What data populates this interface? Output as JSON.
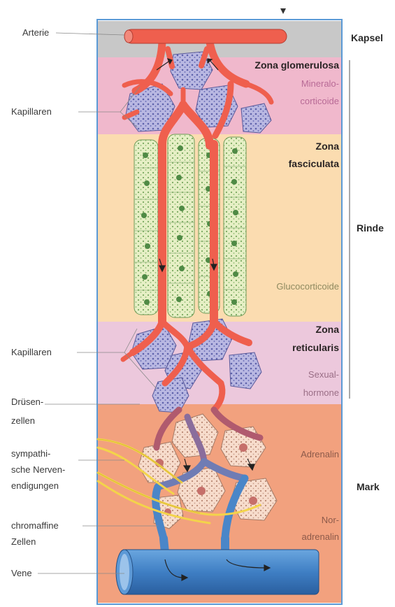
{
  "labels": {
    "arterie": "Arterie",
    "kapillaren_1": "Kapillaren",
    "kapillaren_2": "Kapillaren",
    "druesen_1": "Drüsen-",
    "druesen_2": "zellen",
    "sympathische_1": "sympathi-",
    "sympathische_2": "sche Nerven-",
    "sympathische_3": "endigungen",
    "chromaffine_1": "chromaffine",
    "chromaffine_2": "Zellen",
    "vene": "Vene"
  },
  "zones": {
    "glomerulosa_title": "Zona glomerulosa",
    "glomerulosa_sub_1": "Mineralo-",
    "glomerulosa_sub_2": "corticoide",
    "fasciculata_title_1": "Zona",
    "fasciculata_title_2": "fasciculata",
    "fasciculata_sub": "Glucocorticoide",
    "reticularis_title_1": "Zona",
    "reticularis_title_2": "reticularis",
    "reticularis_sub_1": "Sexual-",
    "reticularis_sub_2": "hormone",
    "mark_sub_1": "Adrenalin",
    "mark_sub_2": "Nor-",
    "mark_sub_3": "adrenalin"
  },
  "sections": {
    "kapsel": "Kapsel",
    "rinde": "Rinde",
    "mark": "Mark"
  },
  "colors": {
    "kapsel": "#c8c8c8",
    "glomerulosa": "#f0b8cc",
    "fasciculata": "#fbdcb0",
    "reticularis": "#ecc8dc",
    "mark": "#f2a17e",
    "artery": "#ef5f4e",
    "vein": "#4a86c8",
    "nerve": "#f3d44a",
    "frame": "#5b9ad6"
  }
}
